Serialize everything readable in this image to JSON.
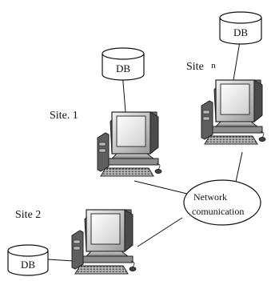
{
  "diagram": {
    "sites": [
      {
        "id": "site1",
        "label": "Site. 1",
        "db_label": "DB"
      },
      {
        "id": "siten",
        "label": "Site",
        "label_suffix": "n",
        "db_label": "DB"
      },
      {
        "id": "site2",
        "label": "Site 2",
        "db_label": "DB"
      }
    ],
    "network": {
      "line1": "Network",
      "line2": "comunication"
    }
  }
}
